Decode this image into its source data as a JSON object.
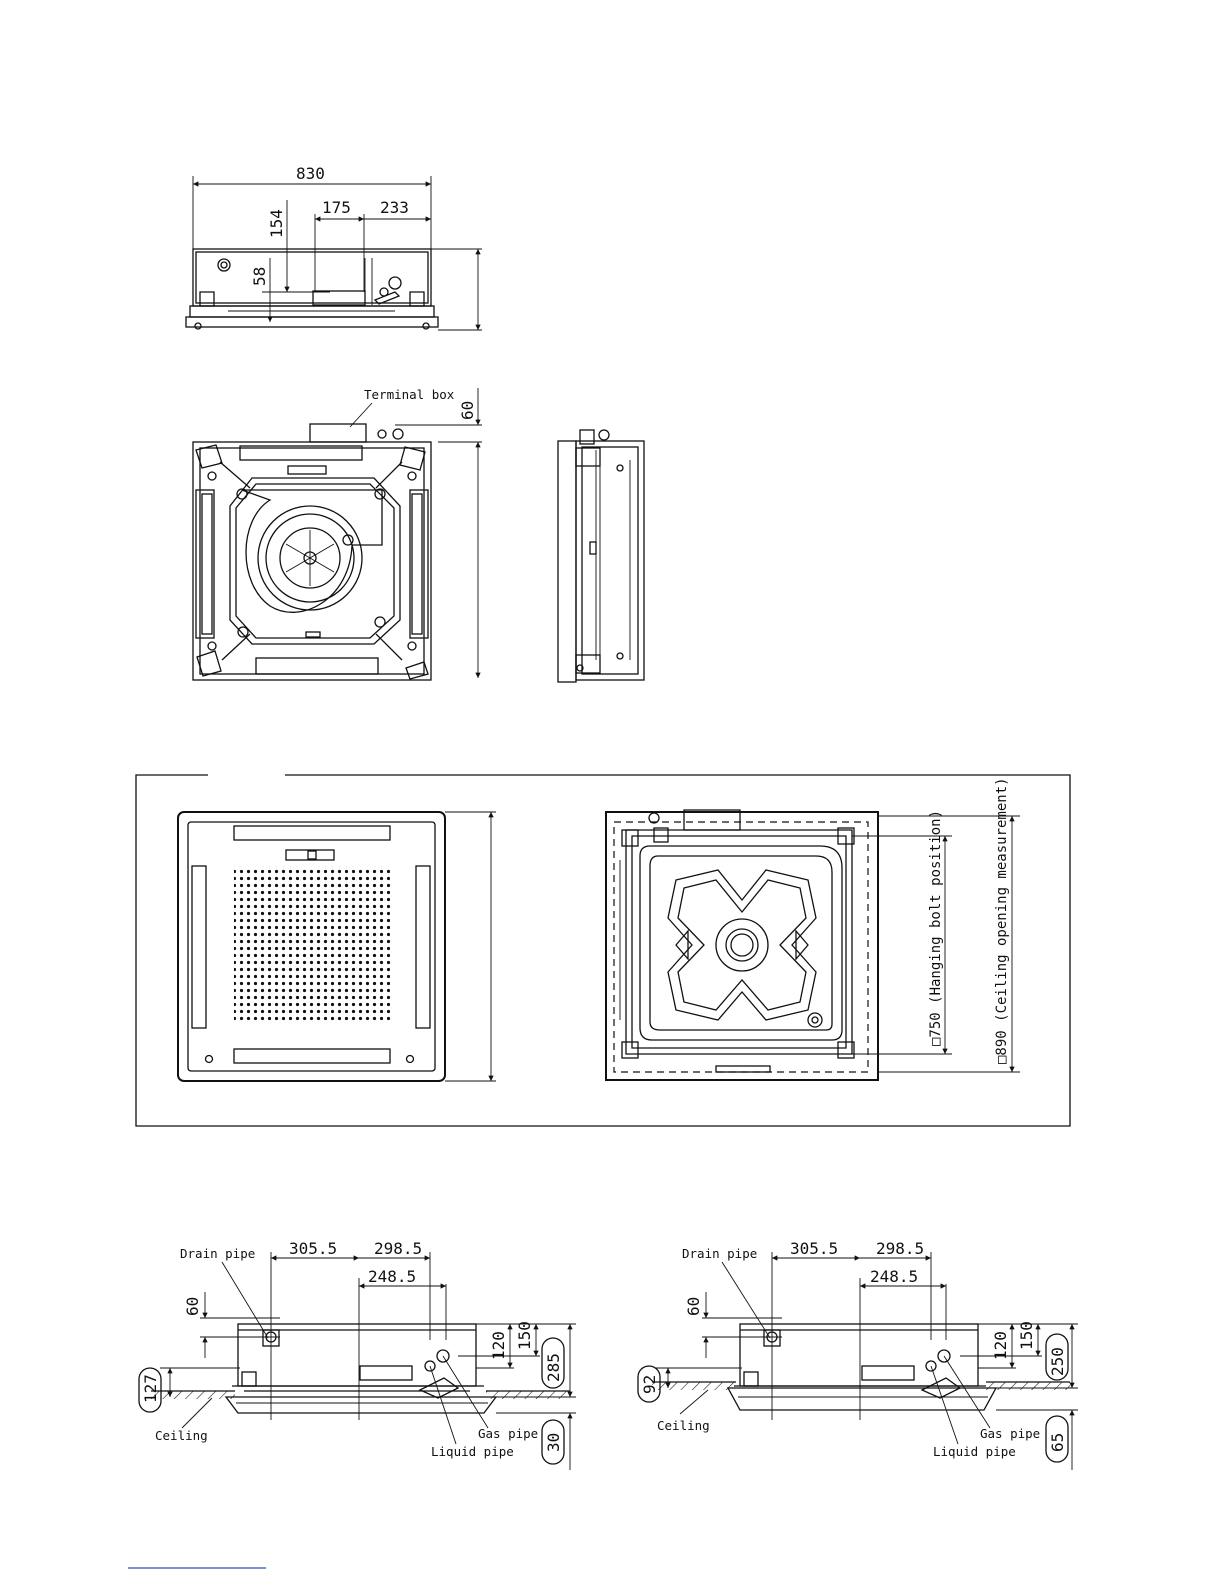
{
  "top_view": {
    "dim_830": "830",
    "dim_175": "175",
    "dim_233": "233",
    "dim_154": "154",
    "dim_58": "58"
  },
  "front_view": {
    "terminal_box": "Terminal box",
    "dim_60": "60"
  },
  "ceiling_panel": {
    "hanging_bolt": "□750 (Hanging bolt position)",
    "ceiling_opening": "□890 (Ceiling opening measurement)"
  },
  "install_left": {
    "drain_pipe": "Drain pipe",
    "ceiling": "Ceiling",
    "gas_pipe": "Gas pipe",
    "liquid_pipe": "Liquid pipe",
    "dim_305_5": "305.5",
    "dim_298_5": "298.5",
    "dim_248_5": "248.5",
    "dim_60": "60",
    "dim_120": "120",
    "dim_150": "150",
    "dim_285": "285",
    "dim_127": "127",
    "dim_30": "30"
  },
  "install_right": {
    "drain_pipe": "Drain pipe",
    "ceiling": "Ceiling",
    "gas_pipe": "Gas pipe",
    "liquid_pipe": "Liquid pipe",
    "dim_305_5": "305.5",
    "dim_298_5": "298.5",
    "dim_248_5": "248.5",
    "dim_60": "60",
    "dim_120": "120",
    "dim_150": "150",
    "dim_250": "250",
    "dim_92": "92",
    "dim_65": "65"
  }
}
